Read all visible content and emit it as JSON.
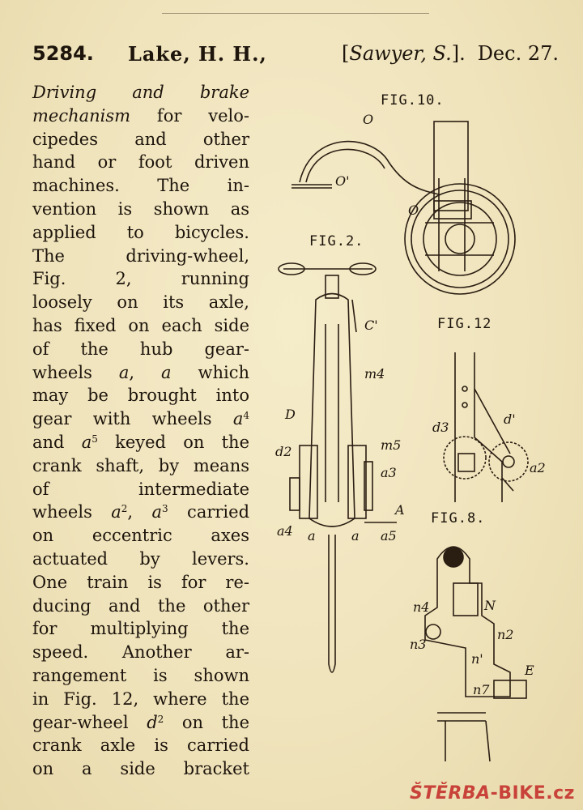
{
  "header": {
    "number": "5284.",
    "name": "Lake, H. H.,",
    "agent_open": "[",
    "agent_name": "Sawyer, S.",
    "agent_close": "].",
    "date": "Dec. 27."
  },
  "body_lines": [
    {
      "id": "l1",
      "parts": [
        {
          "t": "Driving and brake",
          "i": true
        }
      ]
    },
    {
      "id": "l2",
      "parts": [
        {
          "t": "mechanism",
          "i": true
        },
        {
          "t": " for velo-"
        }
      ]
    },
    {
      "id": "l3",
      "parts": [
        {
          "t": "cipedes and other"
        }
      ]
    },
    {
      "id": "l4",
      "parts": [
        {
          "t": "hand or foot driven"
        }
      ]
    },
    {
      "id": "l5",
      "parts": [
        {
          "t": "machines. The in-"
        }
      ]
    },
    {
      "id": "l6",
      "parts": [
        {
          "t": "vention is shown as"
        }
      ]
    },
    {
      "id": "l7",
      "parts": [
        {
          "t": "applied to bicycles."
        }
      ]
    },
    {
      "id": "l8",
      "parts": [
        {
          "t": "The driving-wheel,"
        }
      ]
    },
    {
      "id": "l9",
      "parts": [
        {
          "t": "Fig. 2, running"
        }
      ]
    },
    {
      "id": "l10",
      "parts": [
        {
          "t": "loosely on its axle,"
        }
      ]
    },
    {
      "id": "l11",
      "parts": [
        {
          "t": "has fixed on each side"
        }
      ]
    },
    {
      "id": "l12",
      "parts": [
        {
          "t": "of the hub gear-"
        }
      ]
    },
    {
      "id": "l13",
      "parts": [
        {
          "t": "wheels "
        },
        {
          "t": "a",
          "i": true
        },
        {
          "t": ", "
        },
        {
          "t": "a",
          "i": true
        },
        {
          "t": " which"
        }
      ]
    },
    {
      "id": "l14",
      "parts": [
        {
          "t": "may be brought into"
        }
      ]
    },
    {
      "id": "l15",
      "parts": [
        {
          "t": "gear with wheels "
        },
        {
          "t": "a",
          "i": true
        },
        {
          "t": "4",
          "sup": true
        }
      ]
    },
    {
      "id": "l16",
      "parts": [
        {
          "t": "and "
        },
        {
          "t": "a",
          "i": true
        },
        {
          "t": "5",
          "sup": true
        },
        {
          "t": " keyed on the"
        }
      ]
    },
    {
      "id": "l17",
      "parts": [
        {
          "t": "crank shaft, by means"
        }
      ]
    },
    {
      "id": "l18",
      "parts": [
        {
          "t": "of intermediate"
        }
      ]
    },
    {
      "id": "l19",
      "parts": [
        {
          "t": "wheels "
        },
        {
          "t": "a",
          "i": true
        },
        {
          "t": "2",
          "sup": true
        },
        {
          "t": ", "
        },
        {
          "t": "a",
          "i": true
        },
        {
          "t": "3",
          "sup": true
        },
        {
          "t": " carried"
        }
      ]
    },
    {
      "id": "l20",
      "parts": [
        {
          "t": "on eccentric axes"
        }
      ]
    },
    {
      "id": "l21",
      "parts": [
        {
          "t": "actuated by levers."
        }
      ]
    },
    {
      "id": "l22",
      "parts": [
        {
          "t": "One train is for re-"
        }
      ]
    },
    {
      "id": "l23",
      "parts": [
        {
          "t": "ducing and the other"
        }
      ]
    },
    {
      "id": "l24",
      "parts": [
        {
          "t": "for multiplying the"
        }
      ]
    },
    {
      "id": "l25",
      "parts": [
        {
          "t": "speed. Another ar-"
        }
      ]
    },
    {
      "id": "l26",
      "parts": [
        {
          "t": "rangement is shown"
        }
      ]
    },
    {
      "id": "l27",
      "parts": [
        {
          "t": "in Fig. 12, where the"
        }
      ]
    },
    {
      "id": "l28",
      "parts": [
        {
          "t": "gear-wheel "
        },
        {
          "t": "d",
          "i": true
        },
        {
          "t": "2",
          "sup": true
        },
        {
          "t": " on the"
        }
      ]
    },
    {
      "id": "l29",
      "parts": [
        {
          "t": "crank axle is carried"
        }
      ]
    },
    {
      "id": "l30",
      "parts": [
        {
          "t": "on a side bracket"
        }
      ]
    }
  ],
  "figures": {
    "fig10": "FIG.10.",
    "fig2": "FIG.2.",
    "fig12": "FIG.12",
    "fig8": "FIG.8."
  },
  "letters": {
    "fig10": [
      "O",
      "O'",
      "O"
    ],
    "fig2": [
      "C'",
      "m4",
      "D",
      "d2",
      "m5",
      "a3",
      "A",
      "a4",
      "a",
      "a",
      "a5"
    ],
    "fig12": [
      "d3",
      "d'",
      "a2"
    ],
    "fig8": [
      "n4",
      "N",
      "n3",
      "n2",
      "n'",
      "E",
      "n7"
    ]
  },
  "watermark": {
    "brand": "ŠTĚRBA",
    "suffix": "-BIKE.cz",
    "color": "#c8423a"
  }
}
